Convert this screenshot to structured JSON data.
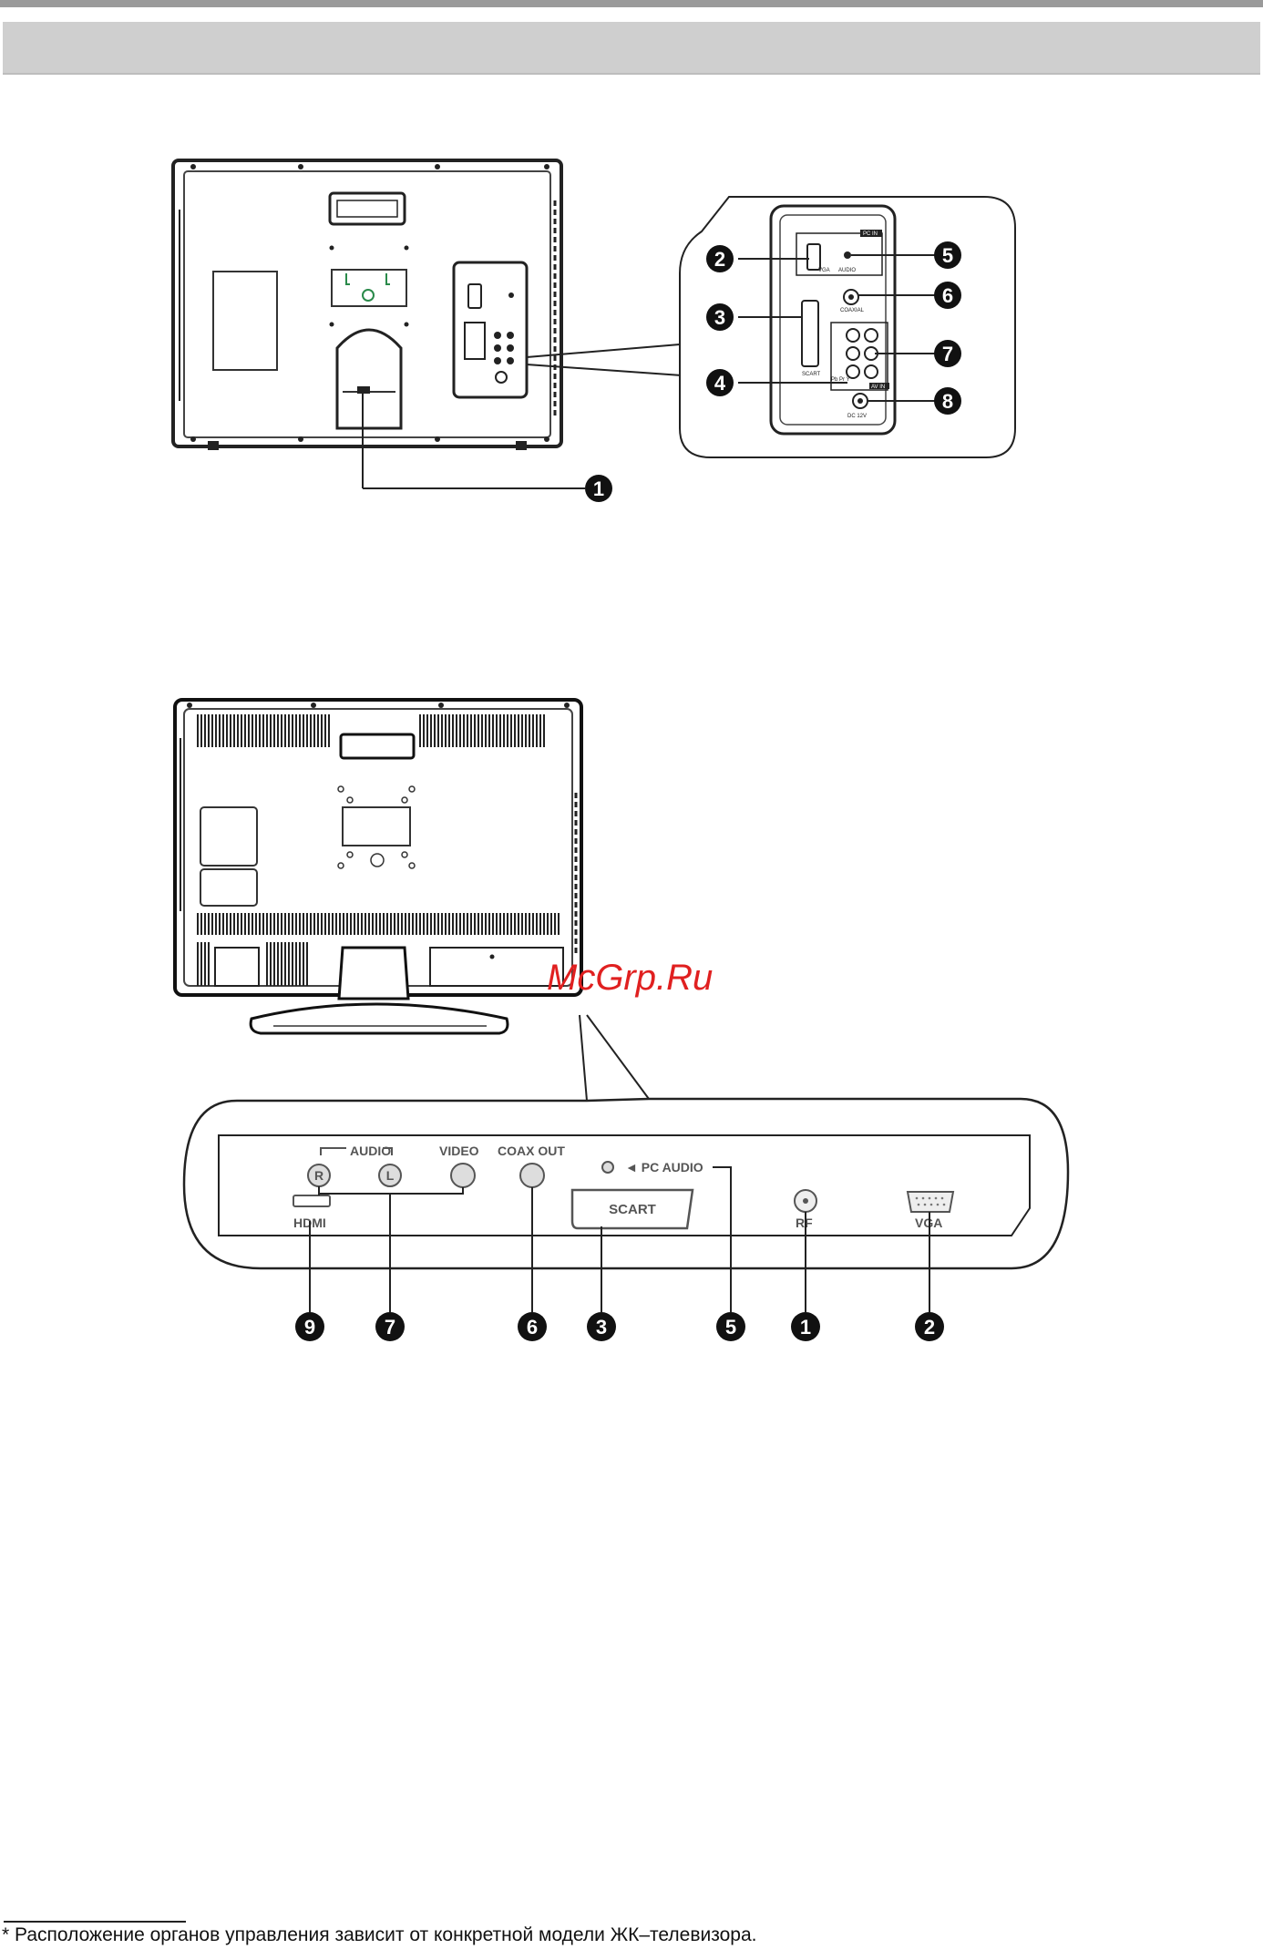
{
  "callouts_top": [
    "1",
    "2",
    "3",
    "4",
    "5",
    "6",
    "7",
    "8"
  ],
  "callouts_bottom": [
    "9",
    "7",
    "6",
    "3",
    "5",
    "1",
    "2"
  ],
  "inset_top_labels": {
    "pc_in": "PC IN",
    "vga": "VGA",
    "audio": "AUDIO",
    "coaxial": "COAXIAL",
    "scart": "SCART",
    "pb_pr_y": "Pb Pr Y",
    "dc": "DC 12V",
    "av_in": "AV IN"
  },
  "panel_labels": {
    "audio": "AUDIO",
    "r": "R",
    "l": "L",
    "video": "VIDEO",
    "coax_out": "COAX OUT",
    "pc_audio": "◄ PC AUDIO",
    "scart": "SCART",
    "hdmi": "HDMI",
    "rf": "RF",
    "vga": "VGA"
  },
  "watermark": "McGrp.Ru",
  "footnote": "* Расположение органов управления зависит от конкретной модели ЖК–телевизора."
}
